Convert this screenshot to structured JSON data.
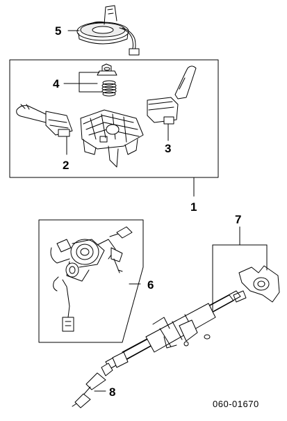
{
  "callouts": {
    "c1": "1",
    "c2": "2",
    "c3": "3",
    "c4": "4",
    "c5": "5",
    "c6": "6",
    "c7": "7",
    "c8": "8"
  },
  "diagram_code": "060-01670",
  "colors": {
    "line": "#000000",
    "background": "#ffffff",
    "shade": "#d9d9d9"
  }
}
